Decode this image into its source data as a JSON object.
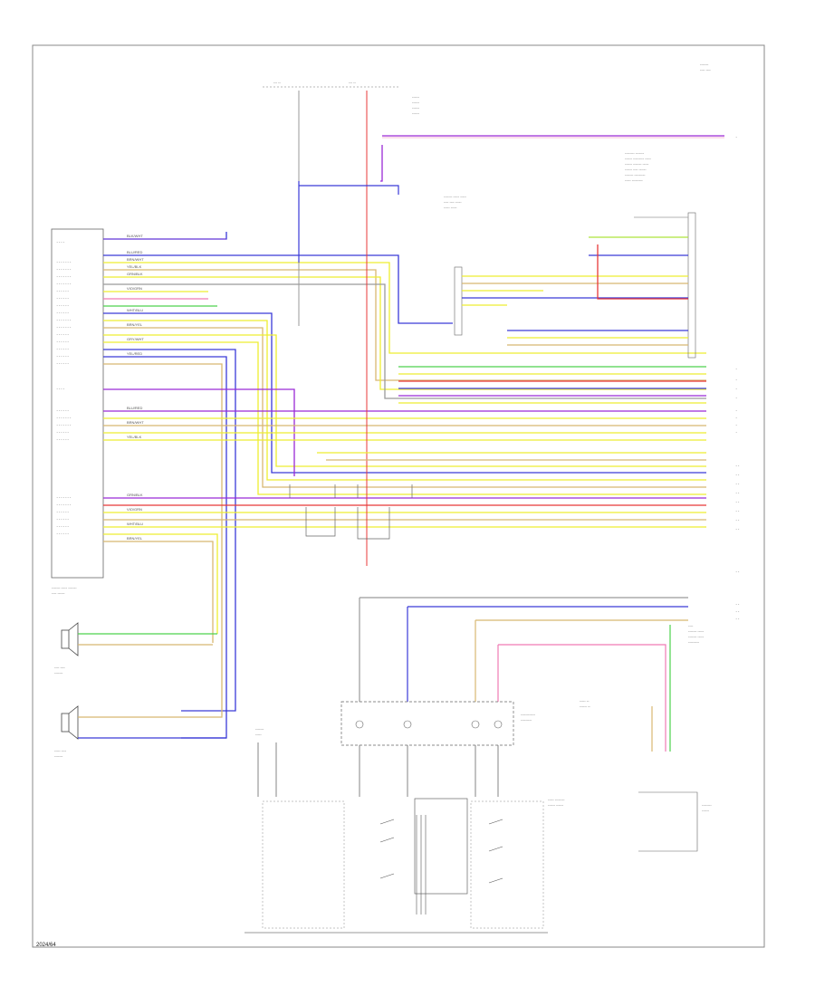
{
  "diagram_code": "2024/64",
  "wire_labels": {
    "blk_wht": "BLK/WHT",
    "blu_red": "BLU/RED",
    "brn_wht": "BRN/WHT",
    "yel_blk": "YEL/BLK",
    "grn_blk": "GRN/BLK",
    "vio_grn": "VIO/GRN",
    "wht_blu": "WHT/BLU",
    "brn_yel": "BRN/YEL",
    "gry_wht": "GRY/WHT",
    "yel_red": "YEL/RED"
  },
  "colors": {
    "violet": "#9a2ad6",
    "blue": "#3a3ad8",
    "red": "#e83838",
    "yellow": "#eeee30",
    "green": "#4ed24e",
    "pink": "#f07ab4",
    "gray": "#9a9a9a",
    "tan": "#d8b870",
    "outline": "#666666"
  }
}
